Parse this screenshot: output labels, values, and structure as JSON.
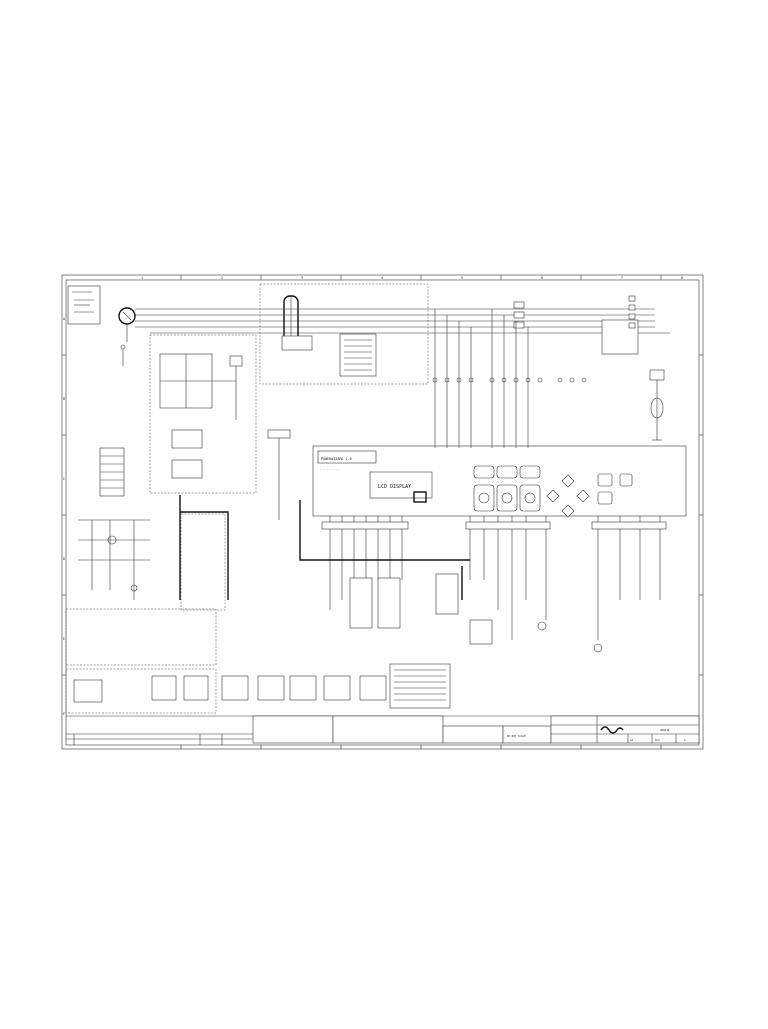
{
  "sheet": {
    "zone_columns": [
      "1",
      "2",
      "3",
      "4",
      "5",
      "6",
      "7",
      "8"
    ],
    "zone_rows": [
      "A",
      "B",
      "C",
      "D",
      "E",
      "F"
    ]
  },
  "controller": {
    "brand_label": "POWERWIZARD 1.0",
    "display_label": "LCD DISPLAY"
  },
  "title_block": {
    "do_not_scale": "DO NOT SCALE",
    "sheet_size": "A3",
    "drawing_number": "3KR214",
    "revision": "A",
    "scale": "N/A"
  }
}
